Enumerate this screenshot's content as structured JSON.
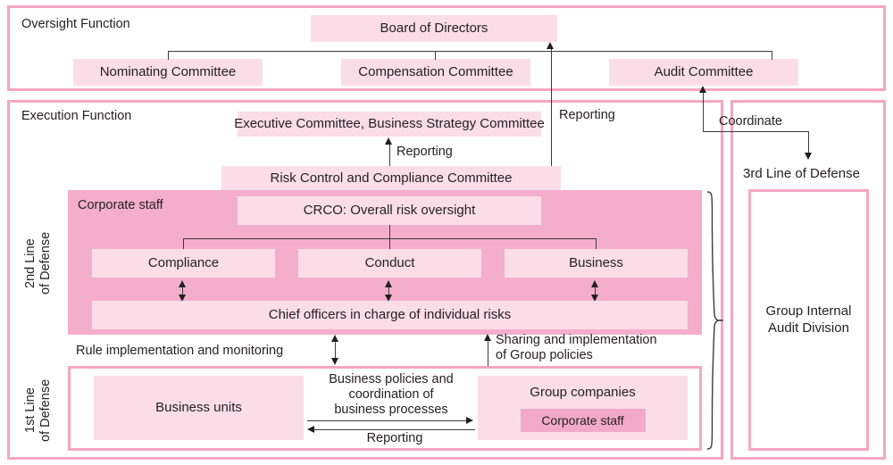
{
  "theme": {
    "frame_pink": "#f4a7c3",
    "box_light": "#fbdde8",
    "box_mid": "#f6c3d6",
    "box_dark": "#f2aac8",
    "panel_dark": "#f4aecb",
    "line": "#3b3b3b",
    "text": "#231f20"
  },
  "oversight": {
    "label": "Oversight Function",
    "board": "Board of Directors",
    "committees": [
      "Nominating Committee",
      "Compensation Committee",
      "Audit Committee"
    ]
  },
  "execution": {
    "label": "Execution Function",
    "executive_committee": "Executive Committee, Business Strategy Committee",
    "risk_committee": "Risk Control and Compliance Committee",
    "second_line": {
      "vertical_label": "2nd Line\nof Defense",
      "corporate_staff": "Corporate staff",
      "crco": "CRCO: Overall risk oversight",
      "pillars": [
        "Compliance",
        "Conduct",
        "Business"
      ],
      "chief_officers": "Chief officers in charge of individual risks"
    },
    "first_line": {
      "vertical_label": "1st Line\nof Defense",
      "business_units": "Business units",
      "group_companies": "Group companies",
      "group_corporate_staff": "Corporate staff"
    }
  },
  "third_line": {
    "label": "3rd Line of Defense",
    "audit_division": "Group Internal\nAudit Division"
  },
  "connectors": {
    "reporting_to_exec": "Reporting",
    "reporting_to_board": "Reporting",
    "coordinate": "Coordinate",
    "rule_implementation": "Rule implementation and monitoring",
    "sharing_group_policies": "Sharing and implementation\nof Group policies",
    "business_policies": "Business policies and\ncoordination of\nbusiness processes",
    "reporting_units": "Reporting"
  }
}
